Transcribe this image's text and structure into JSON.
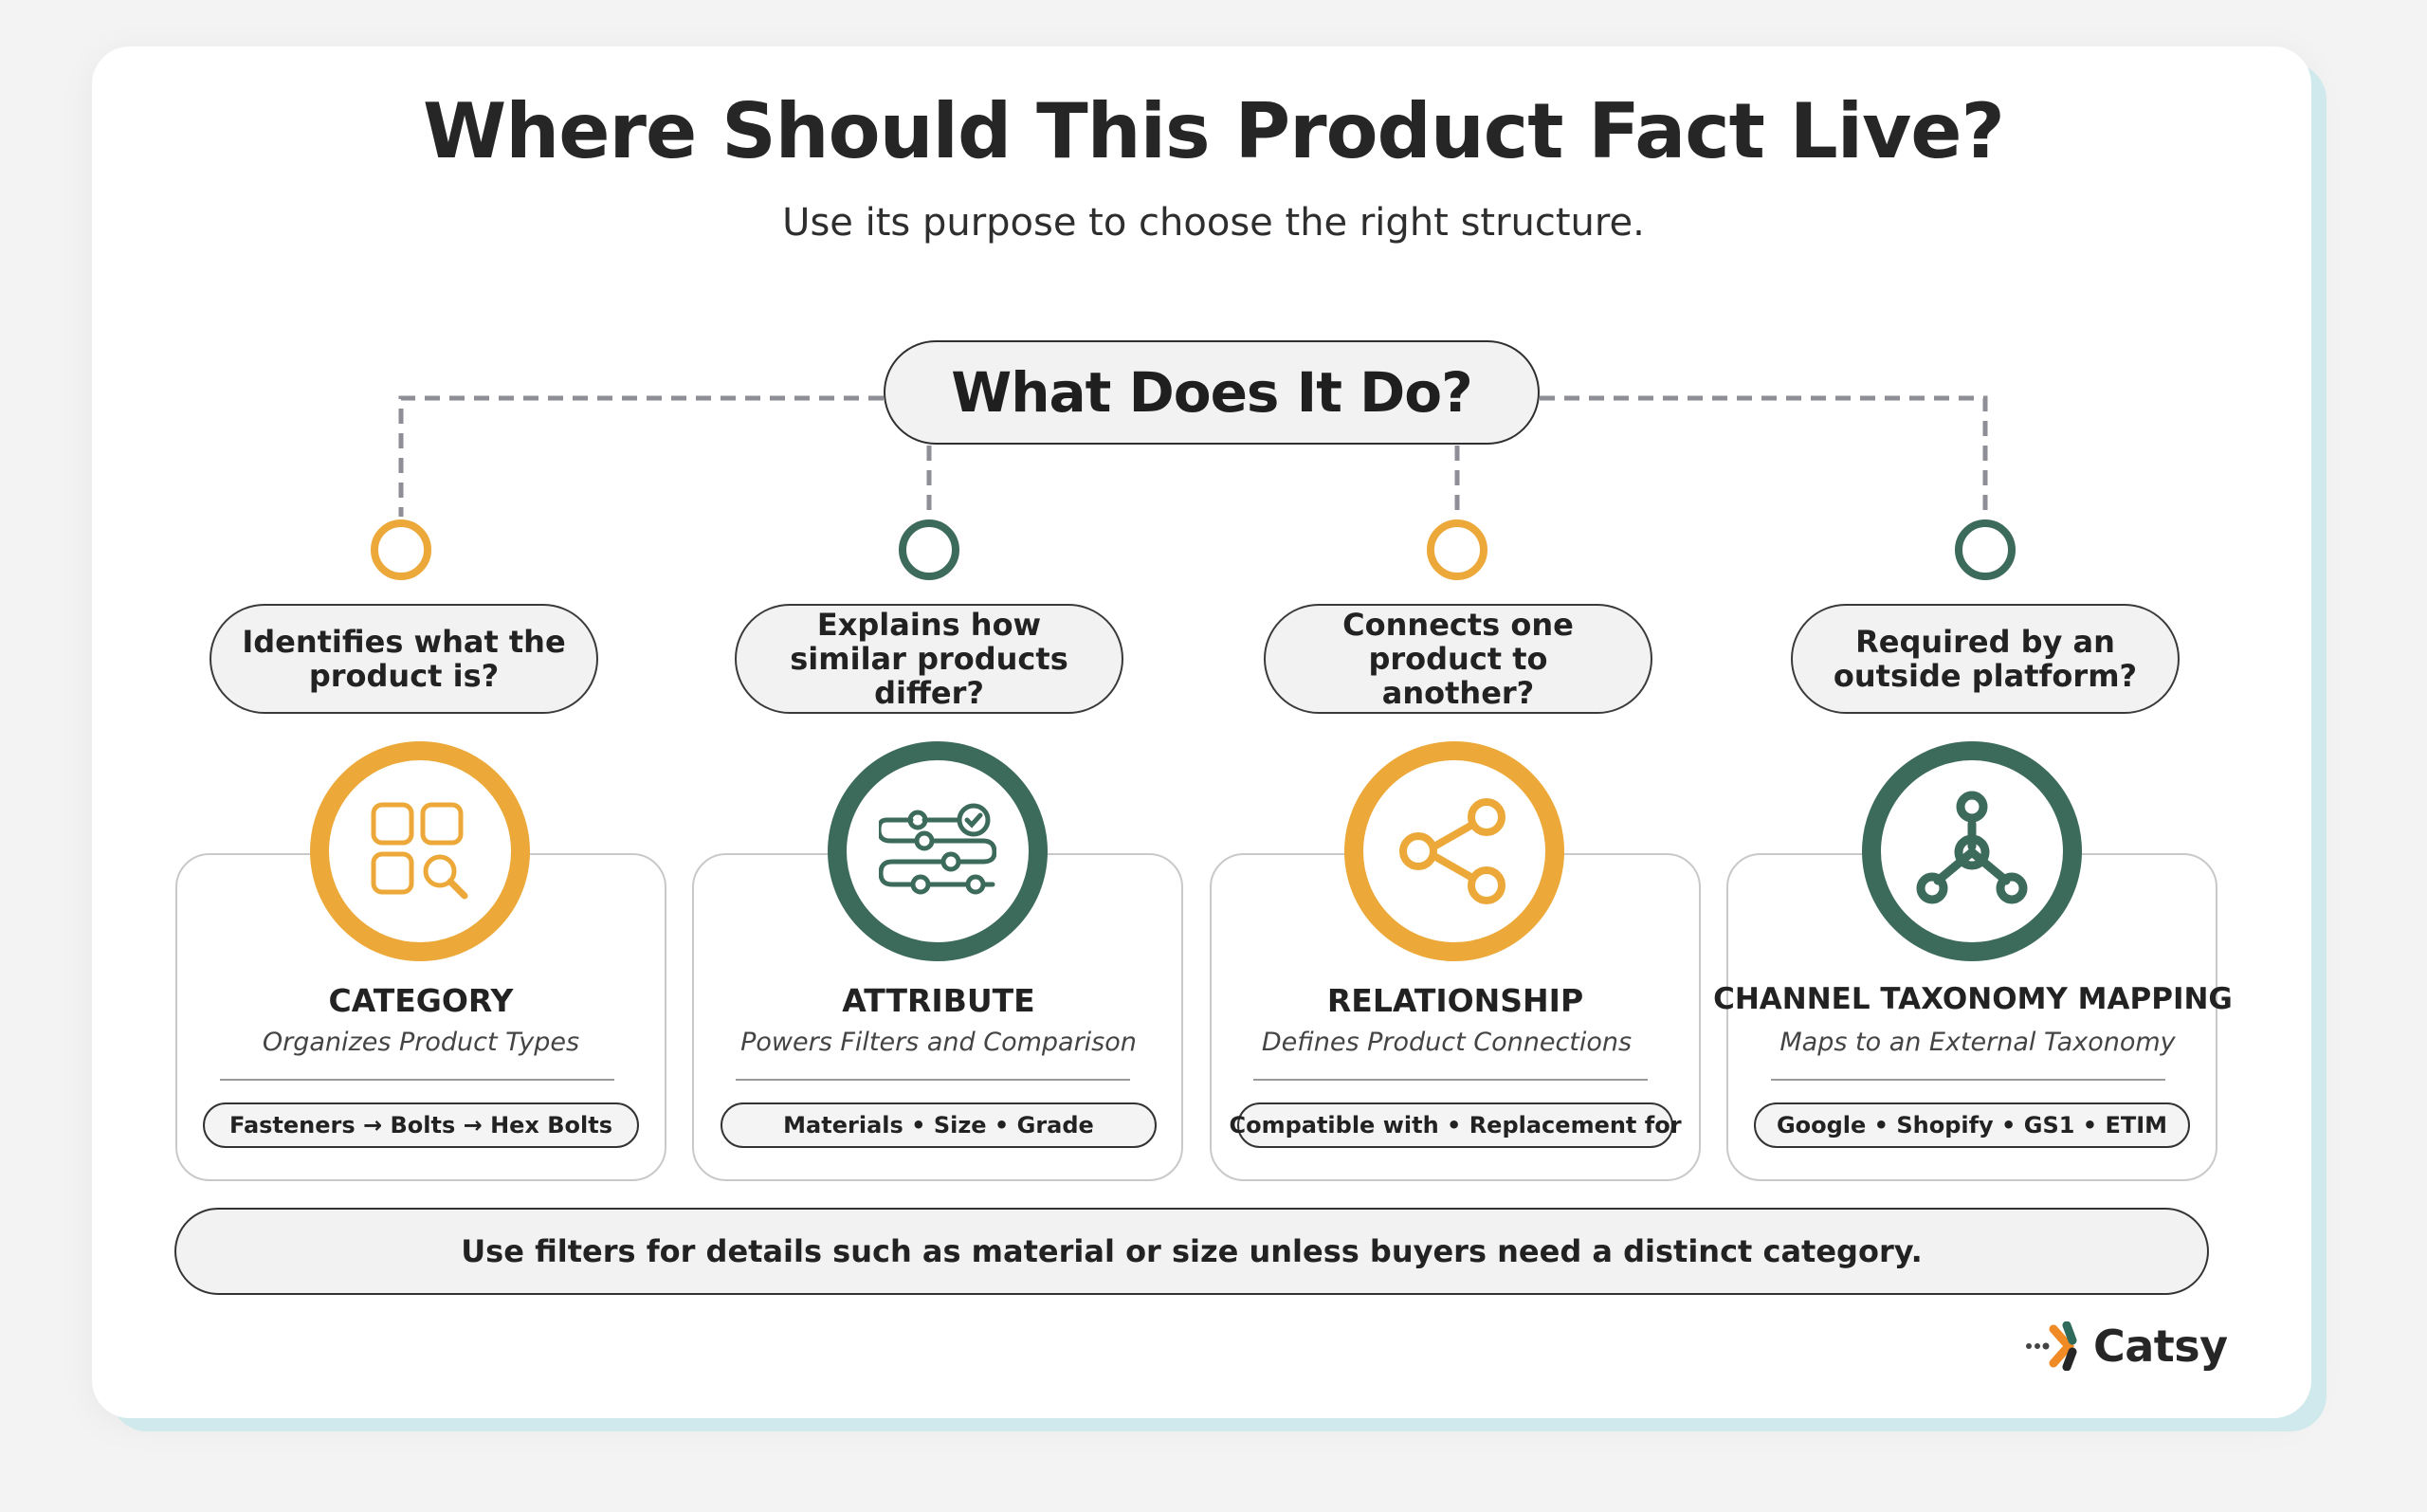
{
  "title": "Where Should This Product Fact Live?",
  "subtitle": "Use its purpose to choose the right structure.",
  "center_question": "What Does It Do?",
  "colors": {
    "gold": "#eca93a",
    "green": "#3d6b5b",
    "connector": "#8e8e97",
    "card_shadow": "#cfe9ec"
  },
  "columns": [
    {
      "question": "Identifies what the product is?",
      "icon": "category-grid-search-icon",
      "accent": "gold",
      "name": "CATEGORY",
      "description": "Organizes Product Types",
      "example": "Fasteners → Bolts → Hex Bolts"
    },
    {
      "question": "Explains how similar products differ?",
      "icon": "attribute-sliders-icon",
      "accent": "green",
      "name": "ATTRIBUTE",
      "description": "Powers Filters and Comparison",
      "example": "Materials • Size • Grade"
    },
    {
      "question": "Connects one product to another?",
      "icon": "share-nodes-icon",
      "accent": "gold",
      "name": "RELATIONSHIP",
      "description": "Defines Product Connections",
      "example": "Compatible with • Replacement for"
    },
    {
      "question": "Required by an outside platform?",
      "icon": "network-hub-icon",
      "accent": "green",
      "name": "CHANNEL TAXONOMY MAPPING",
      "description": "Maps to an External Taxonomy",
      "example": "Google • Shopify • GS1 • ETIM"
    }
  ],
  "footer_note": "Use filters for details such as material or size unless buyers need a distinct category.",
  "logo": {
    "text": "Catsy"
  }
}
